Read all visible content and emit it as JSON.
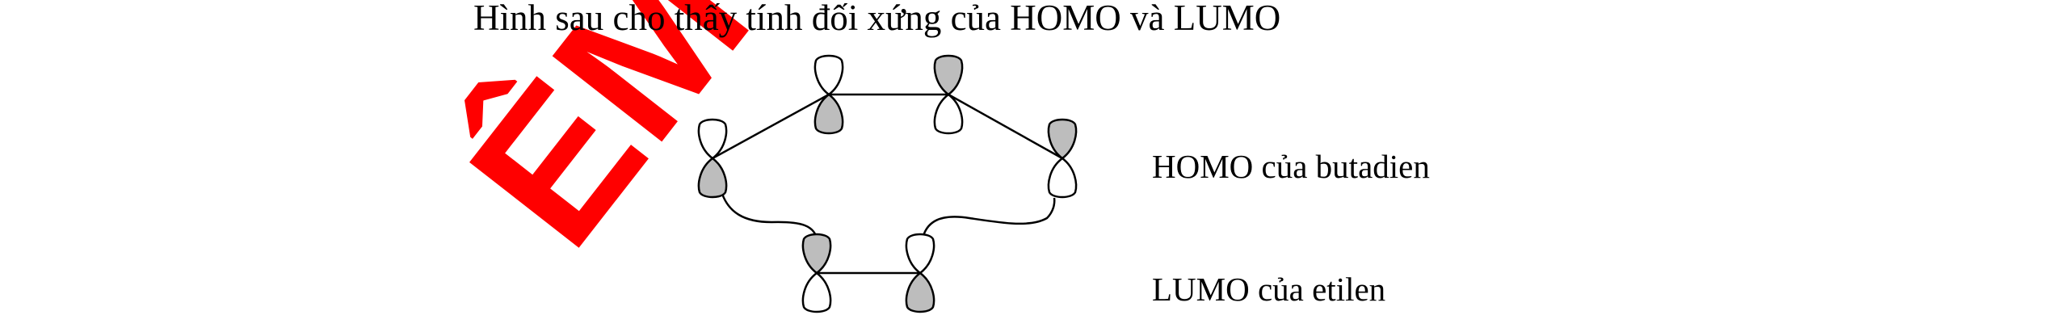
{
  "heading": "Hình sau cho thấy tính đối xứng của HOMO và LUMO",
  "labels": {
    "homo": "HOMO của butadien",
    "lumo": "LUMO của etilen"
  },
  "watermark": "ÊM Q",
  "colors": {
    "shaded_lobe": "#bdbdbd",
    "plain_lobe": "#ffffff",
    "watermark": "#ff0000"
  }
}
